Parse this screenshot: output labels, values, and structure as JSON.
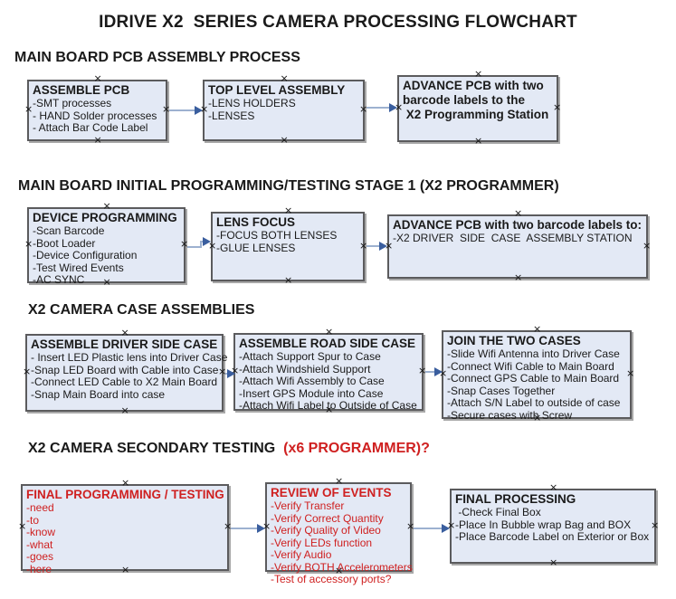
{
  "title": "IDRIVE X2  SERIES CAMERA PROCESSING FLOWCHART",
  "colors": {
    "box_fill": "#e3e9f5",
    "box_border": "#5b5b5d",
    "box_shadow": "#a8a8a8",
    "arrow_line": "#9db1d0",
    "arrow_head": "#3a5e9e",
    "red": "#cf2020",
    "ink": "#1a1a1a"
  },
  "sections": [
    {
      "header": "MAIN BOARD PCB ASSEMBLY PROCESS",
      "boxes": [
        {
          "title": "ASSEMBLE PCB",
          "items": [
            "-SMT processes",
            "- HAND Solder processes",
            "- Attach Bar Code Label"
          ]
        },
        {
          "title": "TOP LEVEL ASSEMBLY",
          "items": [
            "-LENS HOLDERS",
            "-LENSES"
          ]
        },
        {
          "title": "ADVANCE PCB with two\nbarcode labels to the\n X2 Programming Station",
          "items": []
        }
      ]
    },
    {
      "header": "MAIN BOARD INITIAL PROGRAMMING/TESTING STAGE 1 (X2 PROGRAMMER)",
      "boxes": [
        {
          "title": "DEVICE PROGRAMMING",
          "items": [
            "-Scan Barcode",
            "-Boot Loader",
            "-Device Configuration",
            "-Test Wired Events",
            "-AC SYNC"
          ]
        },
        {
          "title": "LENS FOCUS",
          "items": [
            "-FOCUS BOTH LENSES",
            "-GLUE LENSES"
          ]
        },
        {
          "title": "ADVANCE PCB with two barcode labels to:",
          "items": [
            "-X2 DRIVER  SIDE  CASE  ASSEMBLY STATION"
          ]
        }
      ]
    },
    {
      "header": "X2 CAMERA CASE ASSEMBLIES",
      "boxes": [
        {
          "title": "ASSEMBLE DRIVER SIDE CASE",
          "items": [
            "- Insert LED Plastic lens into Driver Case",
            "-Snap LED Board with Cable into Case",
            "-Connect LED Cable to X2 Main Board",
            "-Snap Main Board into case"
          ]
        },
        {
          "title": "ASSEMBLE ROAD SIDE CASE",
          "items": [
            "-Attach Support Spur to Case",
            "-Attach Windshield Support",
            "-Attach Wifi Assembly to Case",
            "-Insert GPS Module into Case",
            "-Attach Wifi Label to Outside of Case"
          ]
        },
        {
          "title": "JOIN THE TWO CASES",
          "items": [
            "-Slide Wifi Antenna into Driver Case",
            "-Connect Wifi Cable to Main Board",
            "-Connect GPS Cable to Main Board",
            "-Snap Cases Together",
            "-Attach S/N Label to outside of case",
            "-Secure cases with Screw"
          ]
        }
      ]
    },
    {
      "header": "X2 CAMERA SECONDARY TESTING  ",
      "header_red": "(x6 PROGRAMMER)?",
      "boxes": [
        {
          "title": "FINAL PROGRAMMING / TESTING",
          "items": [
            "-need",
            "-to",
            "-know",
            "-what",
            "-goes",
            "-here"
          ]
        },
        {
          "title": "REVIEW OF EVENTS",
          "items": [
            "-Verify Transfer",
            "-Verify Correct Quantity",
            "-Verify Quality of Video",
            "-Verify LEDs function",
            "-Verify Audio",
            "-Verify BOTH Accelerometers",
            "-Test of accessory ports?"
          ]
        },
        {
          "title": "FINAL PROCESSING",
          "items": [
            " -Check Final Box",
            "-Place In Bubble wrap Bag and BOX",
            "-Place Barcode Label on Exterior or Box"
          ]
        }
      ]
    }
  ]
}
